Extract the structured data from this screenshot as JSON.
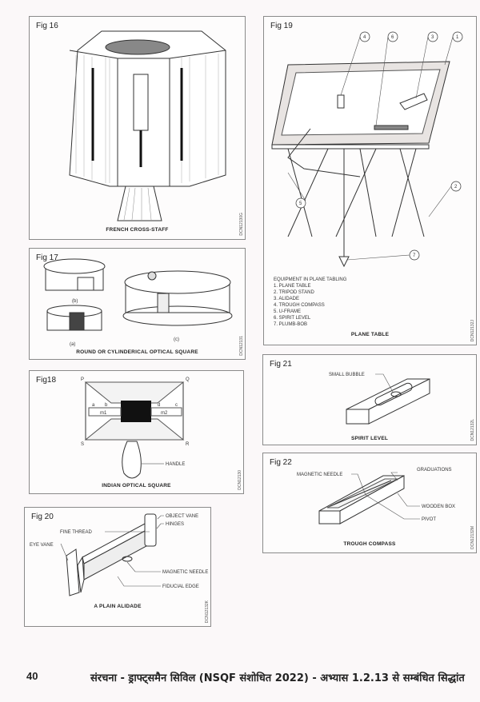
{
  "figures": {
    "fig16": {
      "label": "Fig 16",
      "caption": "FRENCH CROSS-STAFF",
      "code": "DCN12130G"
    },
    "fig17": {
      "label": "Fig 17",
      "caption": "ROUND OR CYLINDERICAL OPTICAL SQUARE",
      "code": "DCN12131",
      "parts": {
        "a": "(a)",
        "b": "(b)",
        "c": "(c)"
      }
    },
    "fig18": {
      "label": "Fig18",
      "caption": "INDIAN OPTICAL SQUARE",
      "code": "DCN12130",
      "points": {
        "P": "P",
        "Q": "Q",
        "R": "R",
        "S": "S",
        "a": "a",
        "b": "b",
        "c": "c",
        "d": "d",
        "m1": "m1",
        "m2": "m2"
      },
      "handle": "HANDLE"
    },
    "fig19": {
      "label": "Fig 19",
      "caption": "PLANE TABLE",
      "code": "DCN12132J",
      "callouts": [
        "1",
        "2",
        "3",
        "4",
        "5",
        "6",
        "7"
      ],
      "legend_title": "EQUIPMENT IN PLANE TABLING",
      "legend": [
        "1. PLANE TABLE",
        "2. TRIPOD STAND",
        "3. ALIDADE",
        "4. TROUGH COMPASS",
        "5. U-FRAME",
        "6. SPIRIT LEVEL",
        "7. PLUMB-BOB"
      ]
    },
    "fig20": {
      "label": "Fig 20",
      "caption": "A PLAIN ALIDADE",
      "code": "DCN12132K",
      "labels": {
        "object_vane": "OBJECT VANE",
        "fine_thread": "FINE THREAD",
        "hinges": "HINGES",
        "eye_vane": "EYE VANE",
        "magnetic_needle": "MAGNETIC NEEDLE",
        "fiducial_edge": "FIDUCIAL EDGE"
      }
    },
    "fig21": {
      "label": "Fig 21",
      "caption": "SPIRIT LEVEL",
      "code": "DCN12132L",
      "labels": {
        "small_bubble": "SMALL BUBBLE"
      }
    },
    "fig22": {
      "label": "Fig 22",
      "caption": "TROUGH COMPASS",
      "code": "DCN12132M",
      "labels": {
        "magnetic_needle": "MAGNETIC NEEDLE",
        "graduations": "GRADUATIONS",
        "wooden_box": "WOODEN BOX",
        "pivot": "PIVOT"
      }
    }
  },
  "footer": {
    "page_number": "40",
    "title": "संरचना - ड्राफ्ट्समैन सिविल (NSQF संशोधित 2022) - अभ्यास 1.2.13 से सम्बंधित सिद्धांत"
  }
}
